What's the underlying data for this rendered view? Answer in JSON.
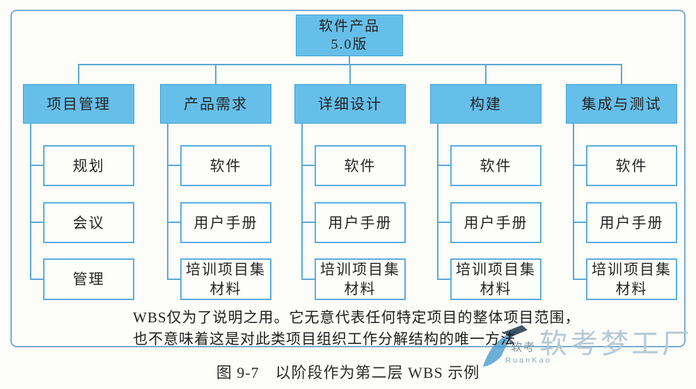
{
  "figure": {
    "root": {
      "title_line1": "软件产品",
      "title_line2": "5.0版"
    },
    "columns": [
      {
        "label": "项目管理",
        "children": [
          "规划",
          "会议",
          "管理"
        ]
      },
      {
        "label": "产品需求",
        "children": [
          "软件",
          "用户手册",
          "培训项目集材料"
        ]
      },
      {
        "label": "详细设计",
        "children": [
          "软件",
          "用户手册",
          "培训项目集材料"
        ]
      },
      {
        "label": "构建",
        "children": [
          "软件",
          "用户手册",
          "培训项目集材料"
        ]
      },
      {
        "label": "集成与测试",
        "children": [
          "软件",
          "用户手册",
          "培训项目集材料"
        ]
      }
    ],
    "note": {
      "line1": "WBS仅为了说明之用。它无意代表任何特定项目的整体项目范围，",
      "line2": "也不意味着这是对此类项目组织工作分解结构的唯一方法"
    },
    "caption": "图 9-7　以阶段作为第二层 WBS 示例"
  },
  "watermark": {
    "logo_label": "软考",
    "logo_pinyin": "RuanKao",
    "brand": "软考梦工厂"
  },
  "colors": {
    "box-fill": "#66bfe9",
    "box-fill-border": "#3ea2d6",
    "white-box-border": "#58ace0",
    "connector": "#58a7d8",
    "frame-border": "#74abd4",
    "text": "#242424",
    "watermark-text": "#b6c9d4",
    "watermark-logo": "#4d9ed1",
    "watermark-cap": "#2e4257"
  }
}
